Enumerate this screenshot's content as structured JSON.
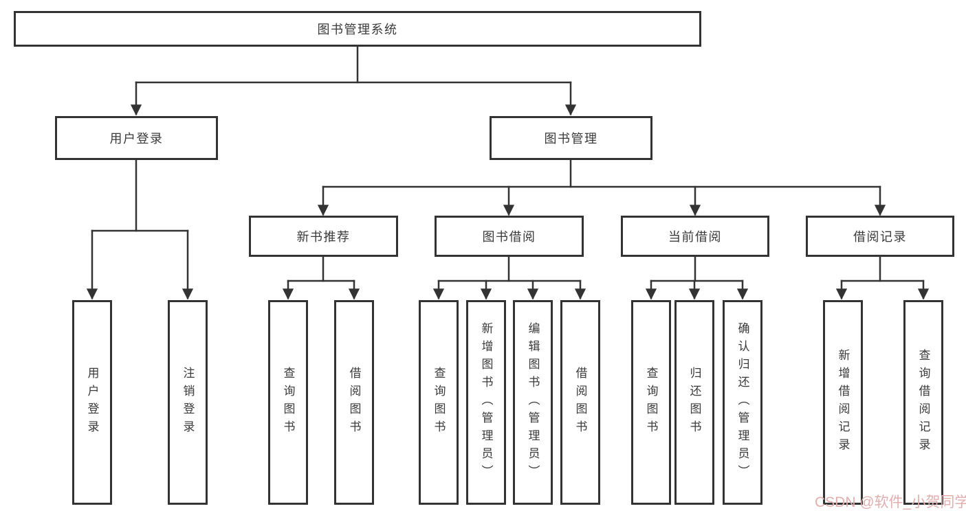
{
  "diagram": {
    "root": {
      "label": "图书管理系统"
    },
    "branches": {
      "user_login": {
        "label": "用户登录",
        "children": {
          "login": "用户登录",
          "logout": "注销登录"
        }
      },
      "book_management": {
        "label": "图书管理",
        "sections": {
          "new_book_recommend": {
            "label": "新书推荐",
            "children": {
              "query": "查询图书",
              "borrow": "借阅图书"
            }
          },
          "book_borrowing": {
            "label": "图书借阅",
            "children": {
              "query": "查询图书",
              "add": "新增图书（管理员）",
              "edit": "编辑图书（管理员）",
              "borrow": "借阅图书"
            }
          },
          "current_borrowing": {
            "label": "当前借阅",
            "children": {
              "query": "查询图书",
              "return": "归还图书",
              "confirm": "确认归还（管理员）"
            }
          },
          "borrowing_records": {
            "label": "借阅记录",
            "children": {
              "add": "新增借阅记录",
              "query": "查询借阅记录"
            }
          }
        }
      }
    }
  },
  "watermark": {
    "text": "CSDN @软件_小贺同学",
    "color": "#e2aeae"
  },
  "colors": {
    "line": "#333333",
    "box_border": "#333333",
    "text": "#3a3a3a",
    "background": "#ffffff"
  }
}
